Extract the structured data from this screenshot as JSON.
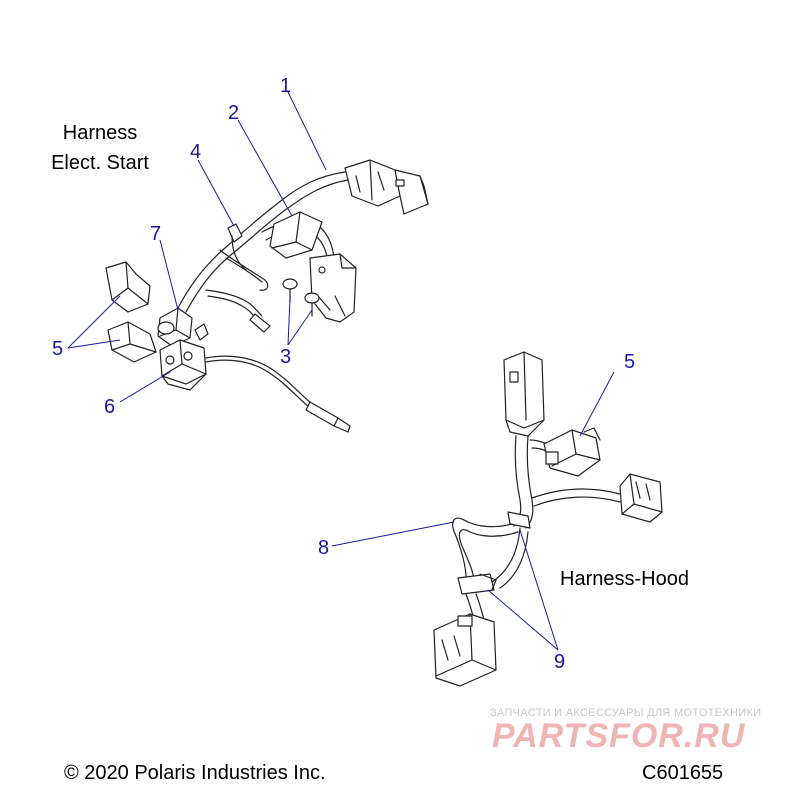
{
  "labels": {
    "harness_elect_start_line1": "Harness",
    "harness_elect_start_line2": "Elect. Start",
    "harness_hood": "Harness-Hood"
  },
  "callouts": {
    "c1": "1",
    "c2": "2",
    "c3": "3",
    "c4": "4",
    "c5a": "5",
    "c5b": "5",
    "c6": "6",
    "c7": "7",
    "c8": "8",
    "c9": "9"
  },
  "footer": {
    "copyright": "© 2020 Polaris Industries Inc.",
    "code": "C601655"
  },
  "watermark": {
    "line1": "ЗАПЧАСТИ И АКСЕССУАРЫ ДЛЯ МОТОТЕХНИКИ",
    "line2": "PARTSFOR.RU"
  },
  "colors": {
    "callout": "#1a1aa0",
    "leader": "#1a1aa0",
    "linework": "#222222",
    "watermark_red": "#f0b4b4"
  }
}
